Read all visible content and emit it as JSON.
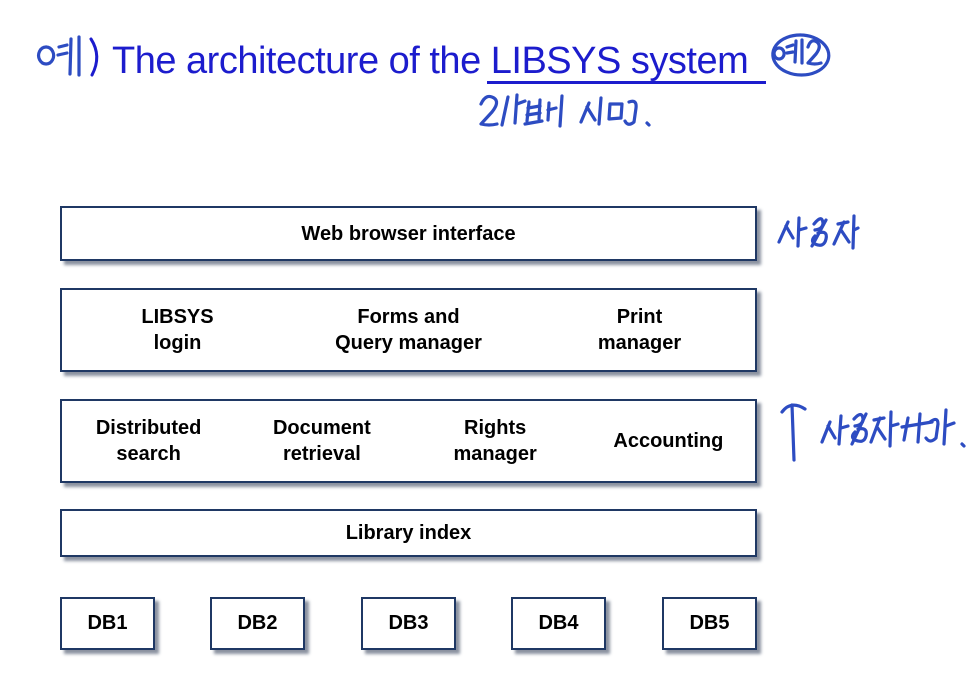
{
  "title": {
    "handwritten_prefix": "예)",
    "text": "The architecture of the LIBSYS system",
    "circled_note": "예2"
  },
  "annotations": {
    "subtitle_note": "2계층적 시스템.",
    "user_note": "사용자",
    "user_related_note": "↑ 사용자 관련."
  },
  "colors": {
    "title_blue": "#1c1ccd",
    "ink_blue": "#2d4cc2",
    "border_navy": "#1f3864",
    "box_text": "#000000",
    "shadow_gray": "#8b92a0",
    "page_bg": "#ffffff"
  },
  "diagram": {
    "layers": [
      {
        "name": "web-browser-interface",
        "cells": [
          "Web browser interface"
        ]
      },
      {
        "name": "session-layer",
        "cells": [
          "LIBSYS\nlogin",
          "Forms and\nQuery manager",
          "Print\nmanager"
        ]
      },
      {
        "name": "services-layer",
        "cells": [
          "Distributed\nsearch",
          "Document\nretrieval",
          "Rights\nmanager",
          "Accounting"
        ]
      },
      {
        "name": "index-layer",
        "cells": [
          "Library index"
        ]
      }
    ],
    "databases": [
      "DB1",
      "DB2",
      "DB3",
      "DB4",
      "DB5"
    ]
  }
}
